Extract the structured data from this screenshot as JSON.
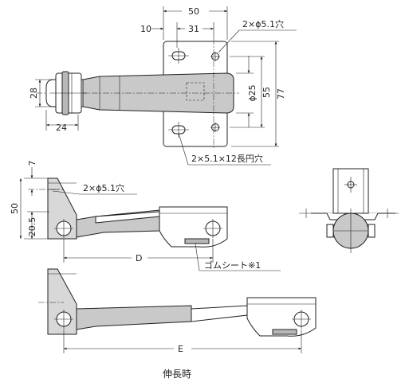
{
  "top_view": {
    "dim_width": "50",
    "dim_offset_left": "10",
    "dim_offset_hole": "31",
    "hole_note": "2×ϕ5.1穴",
    "dim_diameter": "ϕ25",
    "dim_inner_height": "55",
    "dim_height": "77",
    "dim_left_height": "28",
    "dim_left_width": "24",
    "slot_note": "2×5.1×12長円穴"
  },
  "side_view": {
    "dim_top": "7",
    "dim_total": "50",
    "dim_lower": "20.5",
    "hole_note": "2×ϕ5.1穴",
    "dim_length": "D",
    "rubber_note": "ゴムシート※1"
  },
  "extended_view": {
    "dim_length": "E",
    "caption": "伸長時"
  },
  "colors": {
    "line": "#231f20",
    "shade": "#c9c9c9"
  }
}
